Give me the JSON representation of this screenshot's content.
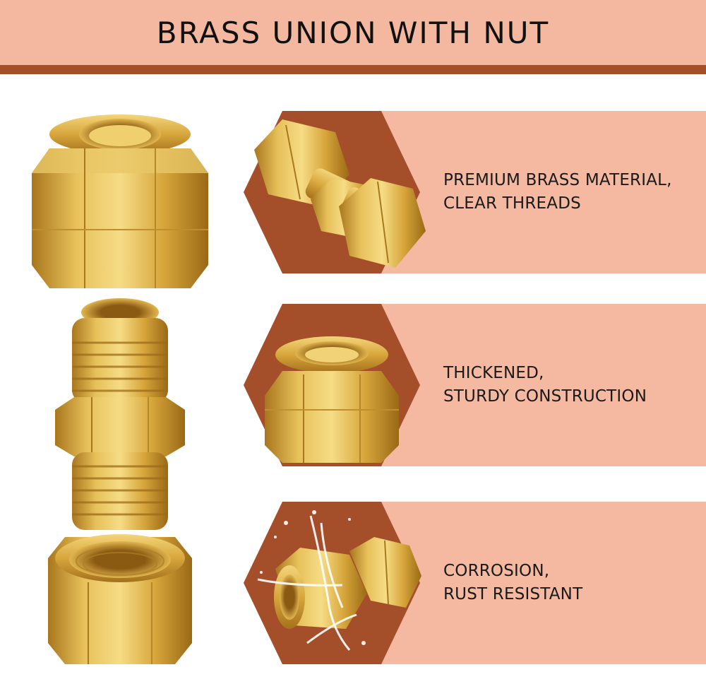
{
  "header": {
    "title": "BRASS UNION WITH NUT"
  },
  "colors": {
    "header_bg": "#f4b8a0",
    "accent_rule": "#a44f2a",
    "panel_light": "#f5b9a1",
    "panel_dark": "#a44f2a",
    "brass": "#d9a93a"
  },
  "features": [
    {
      "line1": "PREMIUM BRASS MATERIAL,",
      "line2": "CLEAR THREADS",
      "icon": "union-assembly-photo"
    },
    {
      "line1": "THICKENED,",
      "line2": "STURDY CONSTRUCTION",
      "icon": "flare-nut-photo"
    },
    {
      "line1": "CORROSION,",
      "line2": "RUST RESISTANT",
      "icon": "water-splash-fitting-photo"
    }
  ]
}
